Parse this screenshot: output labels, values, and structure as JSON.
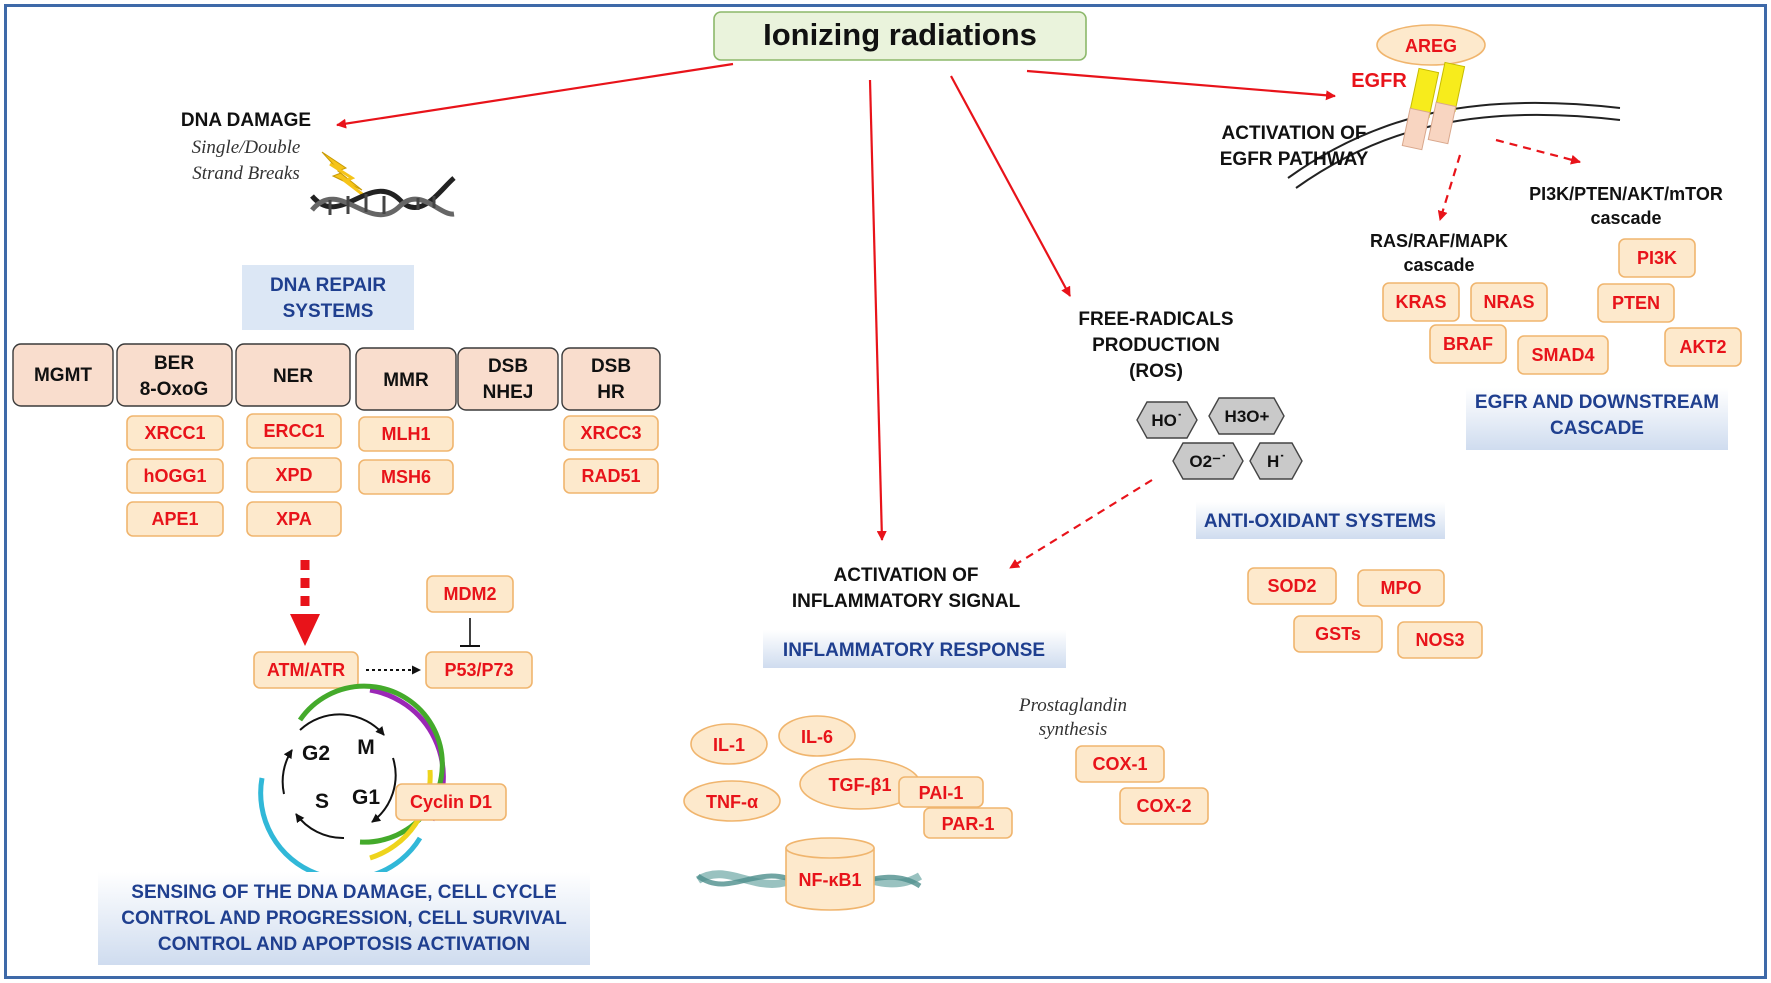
{
  "title": "Ionizing radiations",
  "dna_damage": {
    "heading": "DNA DAMAGE",
    "line1": "Single/Double",
    "line2": "Strand Breaks"
  },
  "repair": {
    "header_line1": "DNA REPAIR",
    "header_line2": "SYSTEMS",
    "columns": [
      {
        "l1": "MGMT",
        "l2": "",
        "genes": []
      },
      {
        "l1": "BER",
        "l2": "8-OxoG",
        "genes": [
          "XRCC1",
          "hOGG1",
          "APE1"
        ]
      },
      {
        "l1": "NER",
        "l2": "",
        "genes": [
          "ERCC1",
          "XPD",
          "XPA"
        ]
      },
      {
        "l1": "MMR",
        "l2": "",
        "genes": [
          "MLH1",
          "MSH6"
        ]
      },
      {
        "l1": "DSB",
        "l2": "NHEJ",
        "genes": []
      },
      {
        "l1": "DSB",
        "l2": "HR",
        "genes": [
          "XRCC3",
          "RAD51"
        ]
      }
    ]
  },
  "cellcycle": {
    "mdm2": "MDM2",
    "atm": "ATM/ATR",
    "p53": "P53/P73",
    "cyclin": "Cyclin D1",
    "phases": {
      "g2": "G2",
      "m": "M",
      "s": "S",
      "g1": "G1"
    },
    "caption1": "SENSING OF THE DNA DAMAGE, CELL CYCLE",
    "caption2": "CONTROL AND PROGRESSION, CELL SURVIVAL",
    "caption3": "CONTROL AND APOPTOSIS ACTIVATION"
  },
  "inflammation": {
    "heading1": "ACTIVATION OF",
    "heading2": "INFLAMMATORY SIGNAL",
    "response": "INFLAMMATORY RESPONSE",
    "il1": "IL-1",
    "il6": "IL-6",
    "tgf": "TGF-β1",
    "tnf": "TNF-α",
    "pai": "PAI-1",
    "par": "PAR-1",
    "nfkb": "NF-κB1",
    "prosta1": "Prostaglandin",
    "prosta2": "synthesis",
    "cox1": "COX-1",
    "cox2": "COX-2"
  },
  "ros": {
    "line1": "FREE-RADICALS",
    "line2": "PRODUCTION",
    "line3": "(ROS)",
    "ho": "HO˙",
    "h3o": "H3O+",
    "o2": "O2⁻˙",
    "h": "H˙",
    "antioxidant": "ANTI-OXIDANT SYSTEMS",
    "sod2": "SOD2",
    "mpo": "MPO",
    "gsts": "GSTs",
    "nos3": "NOS3"
  },
  "egfr": {
    "areg": "AREG",
    "egfr": "EGFR",
    "act1": "ACTIVATION OF",
    "act2": "EGFR PATHWAY",
    "pi3k_casc1": "PI3K/PTEN/AKT/mTOR",
    "pi3k_casc2": "cascade",
    "ras_casc1": "RAS/RAF/MAPK",
    "ras_casc2": "cascade",
    "kras": "KRAS",
    "nras": "NRAS",
    "braf": "BRAF",
    "smad4": "SMAD4",
    "pi3k": "PI3K",
    "pten": "PTEN",
    "akt2": "AKT2",
    "down1": "EGFR AND DOWNSTREAM",
    "down2": "CASCADE"
  },
  "colors": {
    "border": "#3e69a8",
    "arrow": "#e8131a",
    "gene_fill": "#fde9cc",
    "gene_stroke": "#f0b56e",
    "title_fill": "#eaf3dc",
    "title_stroke": "#8cb86a"
  }
}
